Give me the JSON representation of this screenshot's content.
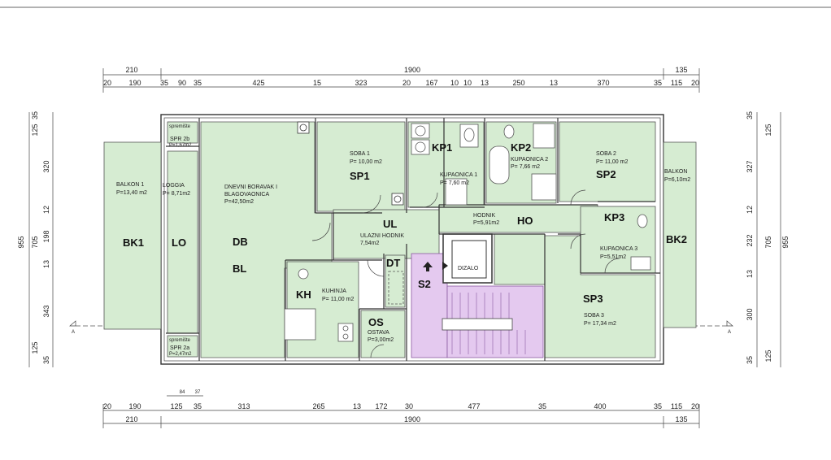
{
  "colors": {
    "room_fill": "#d6ecd2",
    "stair_fill": "#e4c9ef",
    "wall": "#333333",
    "line": "#555555"
  },
  "dims": {
    "top_total": [
      "210",
      "1900",
      "135"
    ],
    "top_detail": [
      "20",
      "190",
      "35",
      "90",
      "35",
      "425",
      "15",
      "323",
      "20",
      "167",
      "10",
      "10",
      "13",
      "250",
      "13",
      "370",
      "35",
      "115",
      "20"
    ],
    "bottom_detail_small": [
      "84",
      "37"
    ],
    "bottom_detail": [
      "20",
      "190",
      "125",
      "35",
      "313",
      "265",
      "13",
      "172",
      "30",
      "477",
      "35",
      "400",
      "35",
      "115",
      "20"
    ],
    "bottom_total": [
      "210",
      "1900",
      "135"
    ],
    "left_detail": [
      "35",
      "125",
      "320",
      "12",
      "198",
      "13",
      "343",
      "125",
      "35"
    ],
    "left_total_top": "955",
    "left_total_mid": "705",
    "right_detail": [
      "35",
      "125",
      "327",
      "12",
      "232",
      "13",
      "300",
      "125",
      "35"
    ],
    "right_total_mid": "705",
    "right_total": "955"
  },
  "section_marker": "A",
  "rooms": {
    "bk1": {
      "code": "BK1",
      "name": "BALKON 1",
      "area": "P=13,40 m2"
    },
    "lo": {
      "code": "LO",
      "name": "LOGGIA",
      "area": "P= 8,71m2"
    },
    "spr2b": {
      "name": "SPR 2b",
      "note": "spremište",
      "area": "P=1,67m2"
    },
    "spr2a": {
      "name": "SPR 2a",
      "note": "spremište",
      "area": "P=2,47m2"
    },
    "db": {
      "code": "DB",
      "code2": "BL",
      "name1": "DNEVNI BORAVAK I",
      "name2": "BLAGOVAONICA",
      "area": "P=42,50m2"
    },
    "sp1": {
      "code": "SP1",
      "name": "SOBA 1",
      "area": "P= 10,00 m2"
    },
    "kp1": {
      "code": "KP1",
      "name": "KUPAONICA 1",
      "area": "P= 7,60 m2"
    },
    "kp2": {
      "code": "KP2",
      "name": "KUPAONICA 2",
      "area": "P= 7,66 m2"
    },
    "sp2": {
      "code": "SP2",
      "name": "SOBA 2",
      "area": "P= 11,00 m2"
    },
    "bk2": {
      "code": "BK2",
      "name": "BALKON",
      "area": "P=6,10m2"
    },
    "ul": {
      "code": "UL",
      "name": "ULAZNI HODNIK",
      "area": "7,54m2"
    },
    "ho": {
      "code": "HO",
      "name": "HODNIK",
      "area": "P=5,91m2"
    },
    "kp3": {
      "code": "KP3",
      "name": "KUPAONICA 3",
      "area": "P=5,51m2"
    },
    "kh": {
      "code": "KH",
      "name": "KUHINJA",
      "area": "P= 11,00 m2"
    },
    "dt": {
      "code": "DT"
    },
    "os": {
      "code": "OS",
      "name": "OSTAVA",
      "area": "P=3,00m2"
    },
    "s2": {
      "code": "S2"
    },
    "dizalo": {
      "name": "DIZALO"
    },
    "sp3": {
      "code": "SP3",
      "name": "SOBA 3",
      "area": "P= 17,34 m2"
    }
  }
}
